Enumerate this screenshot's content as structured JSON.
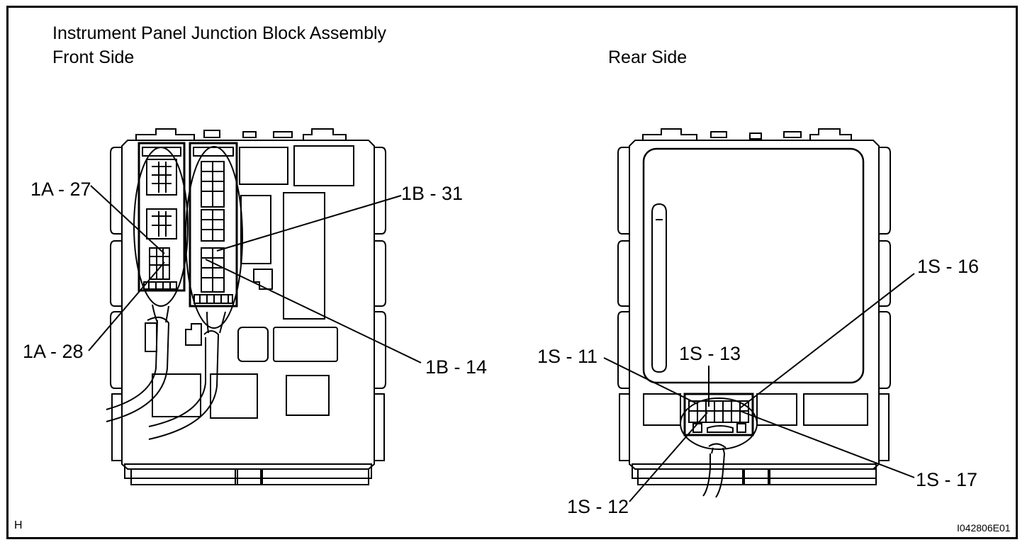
{
  "heading": {
    "title": "Instrument Panel Junction Block Assembly",
    "front_side": "Front  Side",
    "rear_side": "Rear Side"
  },
  "front_callouts": {
    "a27": "1A - 27",
    "a28": "1A - 28",
    "b31": "1B - 31",
    "b14": "1B - 14"
  },
  "rear_callouts": {
    "s11": "1S - 11",
    "s12": "1S - 12",
    "s13": "1S - 13",
    "s16": "1S - 16",
    "s17": "1S - 17"
  },
  "footer": {
    "corner_letter": "H",
    "figure_id": "I042806E01"
  }
}
